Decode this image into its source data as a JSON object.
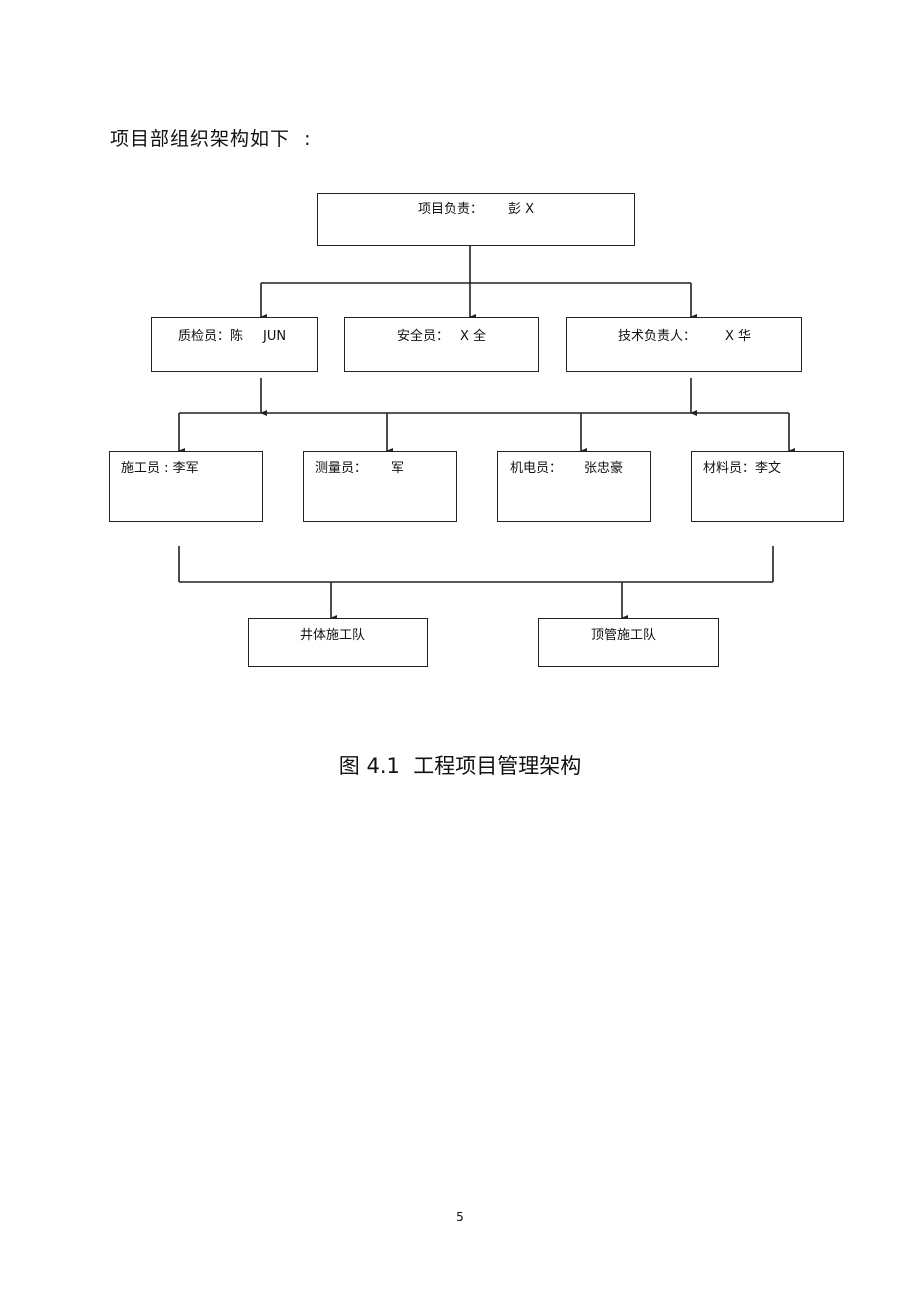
{
  "intro_text": "项目部组织架构如下  :",
  "chart": {
    "manager": {
      "role": "项目负责：",
      "person": "彭 X"
    },
    "level2": {
      "quality": {
        "role": "质检员：陈",
        "person": "JUN"
      },
      "safety": {
        "role": "安全员：",
        "person": "X 全"
      },
      "tech": {
        "role": "技术负责人：",
        "person": "X 华"
      }
    },
    "level3": {
      "construction": "施工员 : 李军",
      "survey": {
        "role": "测量员：",
        "person": "军"
      },
      "electrical": {
        "role": "机电员：",
        "person": "张忠豪"
      },
      "material": "材料员：李文"
    },
    "teams": {
      "well": "井体施工队",
      "pipe": "顶管施工队"
    }
  },
  "caption": "图 4.1  工程项目管理架构",
  "page_number": "5"
}
